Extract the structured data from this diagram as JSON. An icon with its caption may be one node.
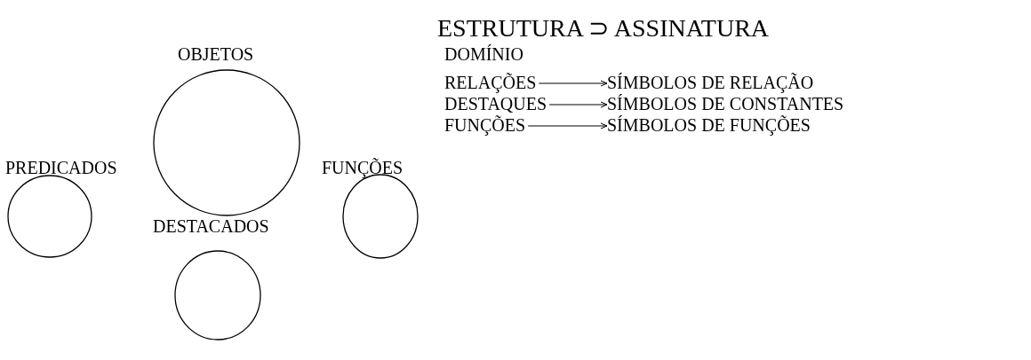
{
  "diagram": {
    "title": "ESTRUTURA ⊃ ASSINATURA",
    "nodes": [
      {
        "text": [
          "OBJETOS"
        ]
      },
      {
        "text": [
          "PREDICADOS"
        ]
      },
      {
        "text": [
          "FUNÇÕES"
        ]
      },
      {
        "text": [
          "DESTACADOS"
        ]
      },
      {
        "text": [
          "DOMÍNIO"
        ]
      },
      {
        "text": [
          "RELAÇÕES"
        ]
      },
      {
        "text": [
          "SÍMBOLOS DE RELAÇÃO"
        ]
      },
      {
        "text": [
          "DESTAQUES"
        ]
      },
      {
        "text": [
          "SÍMBOLOS DE CONSTANTES"
        ]
      },
      {
        "text": [
          "FUNÇÕES"
        ]
      },
      {
        "text": [
          "SÍMBOLOS DE FUNÇÕES"
        ]
      }
    ],
    "edges": [
      {
        "from": 5,
        "to": 6,
        "arrow": "to"
      },
      {
        "from": 7,
        "to": 8,
        "arrow": "to"
      },
      {
        "from": 9,
        "to": 10,
        "arrow": "to"
      }
    ]
  }
}
